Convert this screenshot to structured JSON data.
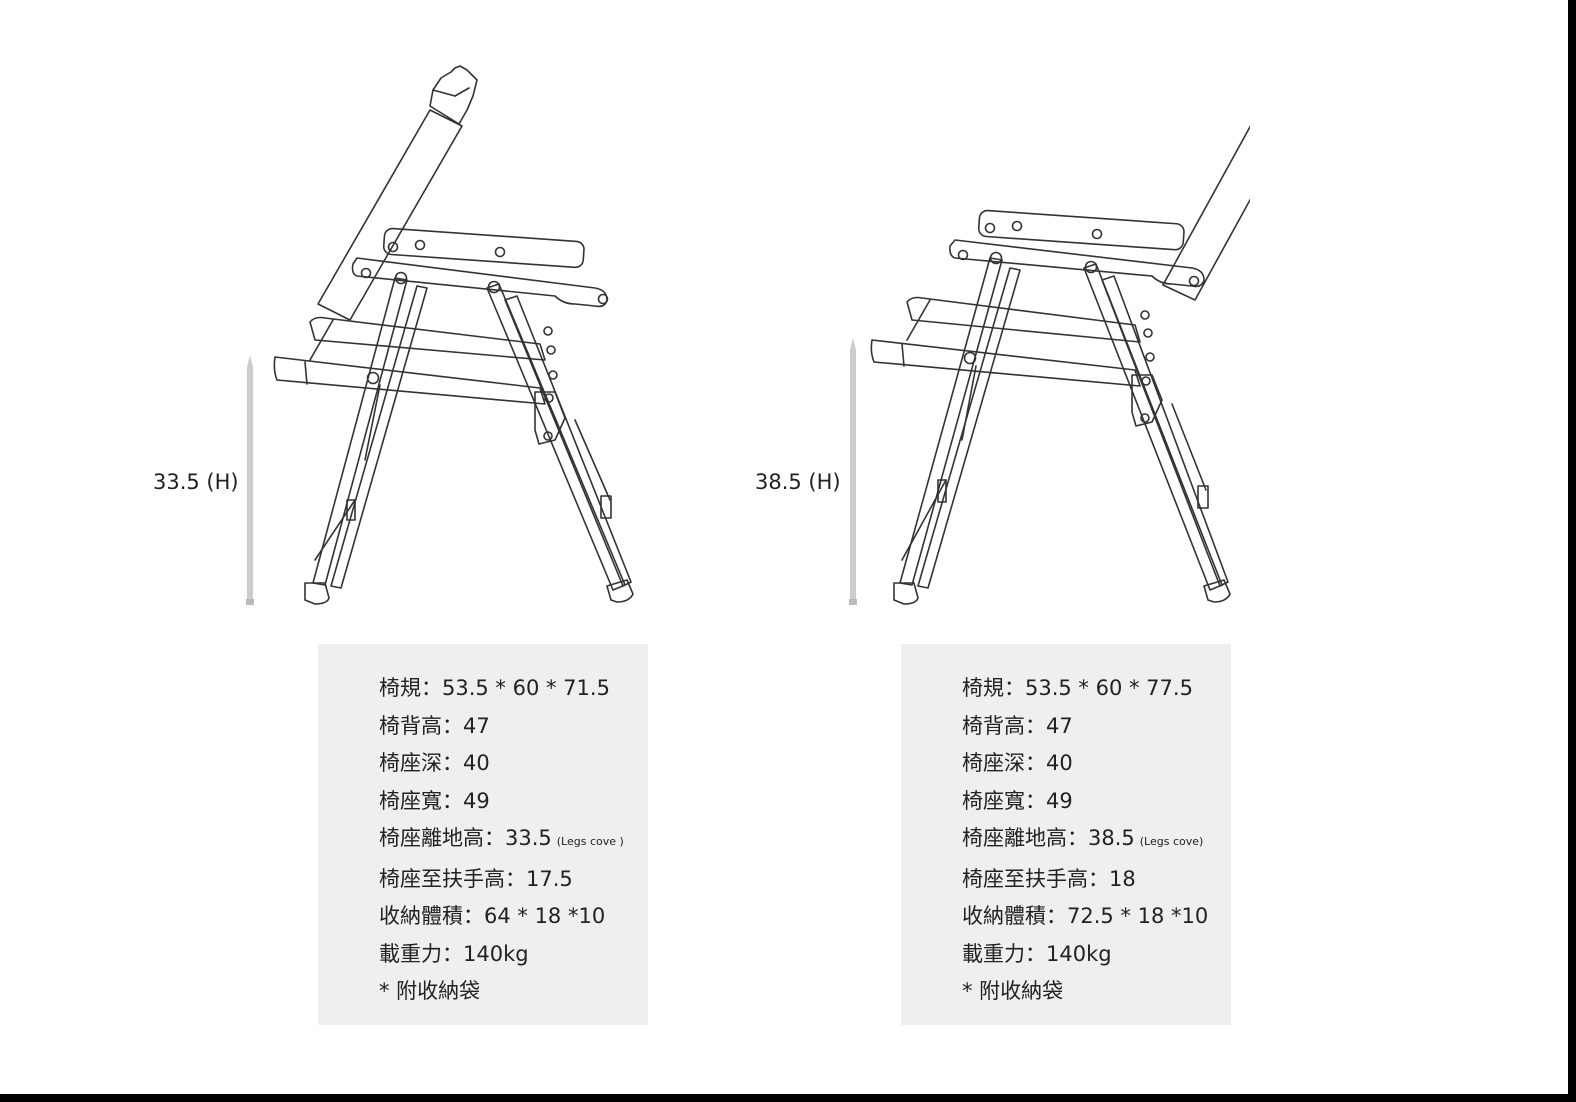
{
  "chairs": [
    {
      "height_label": "33.5 (H)",
      "specs": {
        "size": "椅規：53.5 * 60 * 71.5",
        "back_height": "椅背高：47",
        "seat_depth": "椅座深：40",
        "seat_width": "椅座寬：49",
        "seat_height": "椅座離地高：33.5",
        "seat_height_note": "(Legs cove )",
        "arm_height": "椅座至扶手高：17.5",
        "packed_size": "收納體積：64 * 18 *10",
        "load": "載重力：140kg",
        "bag_note": "* 附收納袋"
      }
    },
    {
      "height_label": "38.5 (H)",
      "specs": {
        "size": "椅規：53.5 * 60 * 77.5",
        "back_height": "椅背高：47",
        "seat_depth": "椅座深：40",
        "seat_width": "椅座寬：49",
        "seat_height": "椅座離地高：38.5",
        "seat_height_note": "(Legs cove)",
        "arm_height": "椅座至扶手高：18",
        "packed_size": "收納體積：72.5 * 18 *10",
        "load": "載重力：140kg",
        "bag_note": "* 附收納袋"
      }
    }
  ],
  "colors": {
    "frame_background": "#000000",
    "canvas": "#ffffff",
    "line": "#333333",
    "spec_box": "#efefef",
    "height_bar": "#cccccc"
  }
}
